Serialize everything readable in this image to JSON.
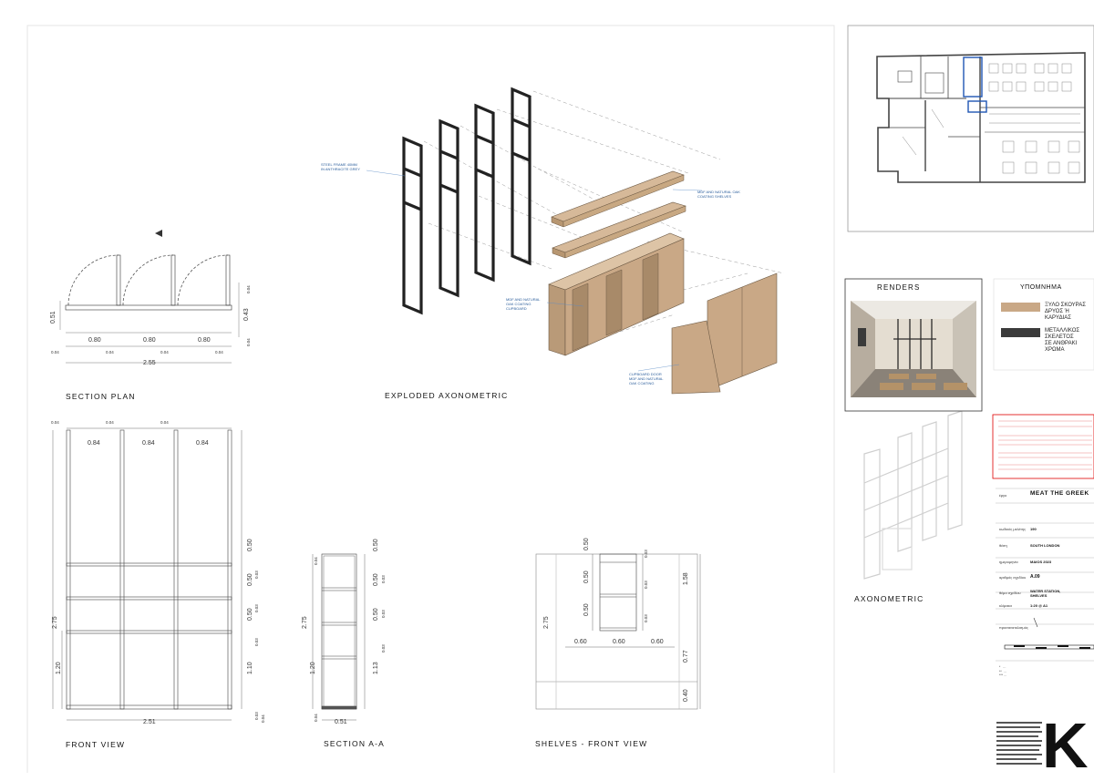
{
  "sheet_labels": {
    "section_plan": "SECTION PLAN",
    "exploded_axo": "EXPLODED AXONOMETRIC",
    "axonometric": "AXONOMETRIC",
    "front_view": "FRONT VIEW",
    "section_aa": "SECTION A-A",
    "shelves_front": "SHELVES - FRONT VIEW",
    "renders": "RENDERS",
    "legend": "ΥΠΟΜΝΗΜΑ"
  },
  "annotations": {
    "steel_frame": [
      "STEEL FRAME 40MM",
      "IN ANTHRACITE GREY"
    ],
    "shelves": [
      "MDF AND NATURAL OAK",
      "COATING SHELVES"
    ],
    "cupboard": [
      "MDF AND NATURAL",
      "OAK COATING",
      "CUPBOARD"
    ],
    "cupboard_door": [
      "CUPBOARD DOOR",
      "MDF AND NATURAL",
      "OAK COATING"
    ]
  },
  "legend_items": [
    {
      "text": [
        "ΞΥΛΟ ΣΚΟΥΡΑΣ ΔΡΥΟΣ Ή",
        "ΚΑΡΥΔΙΑΣ"
      ],
      "color": "#c9a886"
    },
    {
      "text": [
        "ΜΕΤΑΛΛΙΚΟΣ ΣΚΕΛΕΤΟΣ",
        "ΣΕ ΑΝΘΡΑΚΙ ΧΡΩΜΑ"
      ],
      "color": "#3b3b3b"
    }
  ],
  "title_block": {
    "project_label": "έργο",
    "project": "MEAT THE GREEK",
    "rows": [
      {
        "label": "κωδικός μελέτης",
        "value": "190"
      },
      {
        "label": "θέση",
        "value": "SOUTH LONDON"
      },
      {
        "label": "ημερομηνία",
        "value": "MAIOS 2023"
      },
      {
        "label": "αριθμός σχεδίου",
        "value": "A.09"
      },
      {
        "label": "θέμα σχεδίου",
        "value": "WATER STATION, SHELVES"
      },
      {
        "label": "κλίμακα",
        "value": "1:20 @ A1"
      },
      {
        "label": "προσανατολισμός",
        "value": ""
      }
    ]
  },
  "logo": {
    "letter": "K"
  },
  "dims": {
    "plan": {
      "w1": "0.80",
      "w2": "0.80",
      "w3": "0.80",
      "total": "2.55",
      "g1": "0.04",
      "g2": "0.04",
      "g3": "0.04",
      "g0": "0.04",
      "h1": "0.51",
      "h2": "0.43",
      "t1": "0.04",
      "t2": "0.04"
    },
    "front": {
      "w1": "0.84",
      "w2": "0.84",
      "w3": "0.84",
      "g0": "0.04",
      "g1": "0.04",
      "g2": "0.04",
      "total": "2.51",
      "h": "2.75",
      "hb": "1.20",
      "r1": "0.50",
      "r2": "0.50",
      "r3": "0.50",
      "r4": "1.10",
      "s1": "0.03",
      "s2": "0.03",
      "s3": "0.03",
      "s4": "0.03",
      "s5": "0.04"
    },
    "sec": {
      "w": "0.51",
      "h": "2.75",
      "hb": "1.20",
      "r1": "0.50",
      "r2": "0.50",
      "r3": "0.50",
      "r4": "1.13",
      "t": "0.04",
      "s1": "0.03",
      "s2": "0.03",
      "s3": "0.03",
      "b": "0.04"
    },
    "shelf": {
      "h": "2.75",
      "r1": "0.50",
      "r2": "0.50",
      "r3": "0.50",
      "s1": "0.03",
      "s2": "0.03",
      "s3": "0.03",
      "w1": "0.60",
      "w2": "0.60",
      "w3": "0.60",
      "v1": "1.58",
      "v2": "0.77",
      "v3": "0.40"
    }
  }
}
